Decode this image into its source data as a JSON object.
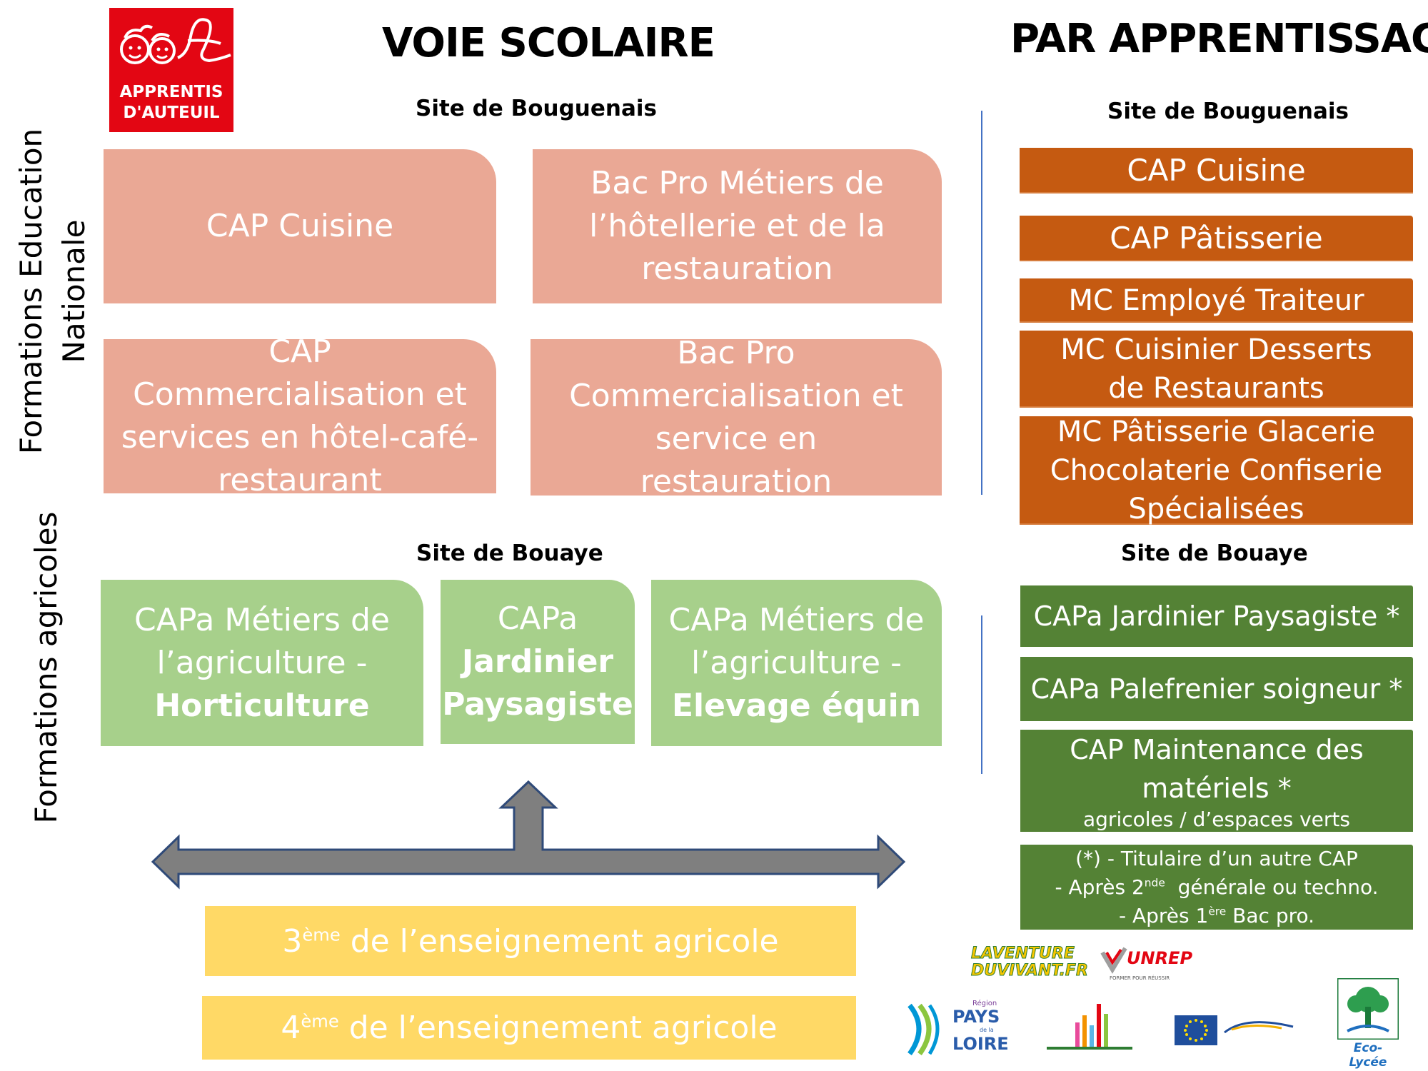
{
  "logo": {
    "line1": "APPRENTIS",
    "line2": "D'AUTEUIL"
  },
  "headings": {
    "left": "VOIE SCOLAIRE",
    "right": "PAR APPRENTISSAGE"
  },
  "side_labels": {
    "top_line1": "Formations Education",
    "top_line2": "Nationale",
    "bottom": "Formations agricoles"
  },
  "scolaire": {
    "site_bouguenais": "Site de Bouguenais",
    "box1": "CAP Cuisine",
    "box2": "Bac Pro Métiers de l’hôtellerie et de la restauration",
    "box3": "CAP Commercialisation et services en hôtel-café-restaurant",
    "box4": "Bac Pro Commercialisation et service en restauration",
    "site_bouaye": "Site de Bouaye",
    "green1": {
      "line1": "CAPa Métiers de",
      "line2": "l’agriculture -",
      "bold": "Horticulture"
    },
    "green2": {
      "line1": "CAPa",
      "bold1": "Jardinier",
      "bold2": "Paysagiste"
    },
    "green3": {
      "line1": "CAPa Métiers de",
      "line2": "l’agriculture -",
      "bold": "Elevage équin"
    },
    "yellow1": {
      "sup": "ème",
      "num": "3",
      "rest": " de l’enseignement agricole"
    },
    "yellow2": {
      "sup": "ème",
      "num": "4",
      "rest": " de l’enseignement agricole"
    }
  },
  "apprentissage": {
    "site_bouguenais": "Site de Bouguenais",
    "orange1": "CAP Cuisine",
    "orange2": "CAP Pâtisserie",
    "orange3": "MC Employé Traiteur",
    "orange4": "MC Cuisinier Desserts de Restaurants",
    "orange5": "MC Pâtisserie Glacerie Chocolaterie Confiserie Spécialisées",
    "site_bouaye": "Site de Bouaye",
    "green1": "CAPa Jardinier Paysagiste *",
    "green2": "CAPa Palefrenier soigneur *",
    "green3_main": "CAP Maintenance des matériels *",
    "green3_sub": "agricoles / d’espaces verts",
    "note": {
      "line1": "(*) - Titulaire d’un autre CAP",
      "line2_pre": "- Après 2",
      "line2_sup": "nde",
      "line2_post": "  générale ou techno.",
      "line3_pre": "- Après 1",
      "line3_sup": "ère",
      "line3_post": " Bac pro."
    }
  },
  "partner_logos": {
    "aventure_line1": "LAVENTURE",
    "aventure_line2": "DUVIVANT.FR",
    "unrep": "UNREP",
    "unrep_tag": "FORMER POUR RÉUSSIR",
    "region_small": "Région",
    "region_pays": "PAYS",
    "region_dela": "de la",
    "region_loire": "LOIRE",
    "eco": "Eco-Lycée"
  },
  "colors": {
    "pink": "#eaa895",
    "light_green": "#a7d08b",
    "orange": "#c55a11",
    "dark_green": "#548235",
    "yellow": "#ffd966",
    "logo_red": "#e30613",
    "arrow": "#808080"
  }
}
